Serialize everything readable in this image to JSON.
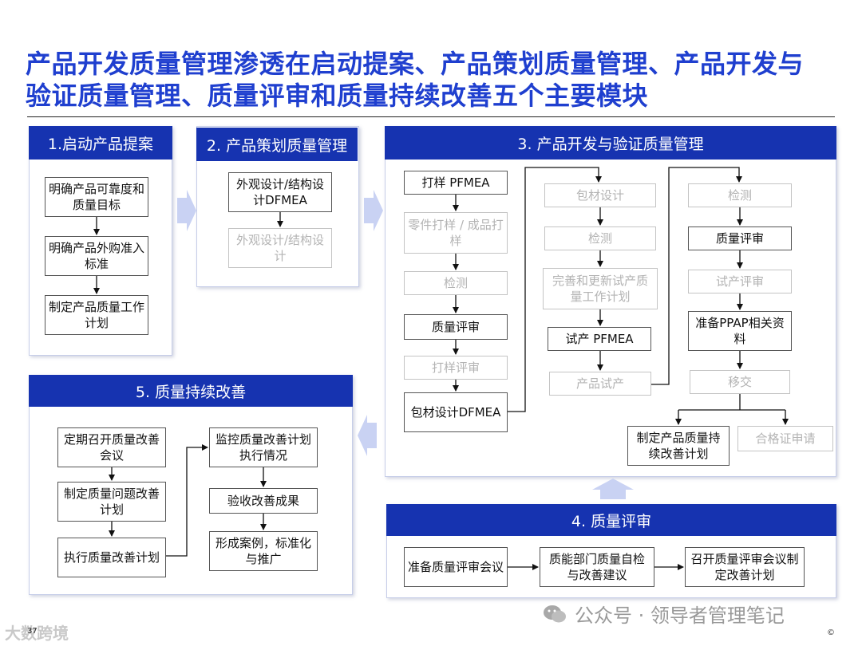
{
  "title_line1": "产品开发质量管理渗透在启动提案、产品策划质量管理、产品开发与",
  "title_line2": "验证质量管理、质量评审和质量持续改善五个主要模块",
  "sections": {
    "s1": {
      "header": "1.启动产品提案",
      "steps": [
        "明确产品可靠度和质量目标",
        "明确产品外购准入标准",
        "制定产品质量工作计划"
      ]
    },
    "s2": {
      "header": "2. 产品策划质量管理",
      "steps": [
        "外观设计/结构设计DFMEA",
        "外观设计/结构设计"
      ]
    },
    "s3": {
      "header": "3. 产品开发与验证质量管理",
      "col1": [
        "打样 PFMEA",
        "零件打样 / 成品打样",
        "检测",
        "质量评审",
        "打样评审",
        "包材设计DFMEA"
      ],
      "col2": [
        "包材设计",
        "检测",
        "完善和更新试产质量工作计划",
        "试产 PFMEA",
        "产品试产"
      ],
      "col3": [
        "检测",
        "质量评审",
        "试产评审",
        "准备PPAP相关资料",
        "移交"
      ],
      "outputs": [
        "制定产品质量持续改善计划",
        "合格证申请"
      ]
    },
    "s4": {
      "header": "4. 质量评审",
      "steps": [
        "准备质量评审会议",
        "质能部门质量自检与改善建议",
        "召开质量评审会议制定改善计划"
      ]
    },
    "s5": {
      "header": "5. 质量持续改善",
      "left": [
        "定期召开质量改善会议",
        "制定质量问题改善计划",
        "执行质量改善计划"
      ],
      "right": [
        "监控质量改善计划执行情况",
        "验收改善成果",
        "形成案例，标准化与推广"
      ]
    }
  },
  "footer": {
    "page_number": "37",
    "watermark_left": "大数跨境",
    "watermark_right": "公众号 · 领导者管理笔记",
    "copyright": "©"
  },
  "colors": {
    "title": "#1f3fcf",
    "header": "#1633b0",
    "arrow_big": "#c9d2f3"
  }
}
